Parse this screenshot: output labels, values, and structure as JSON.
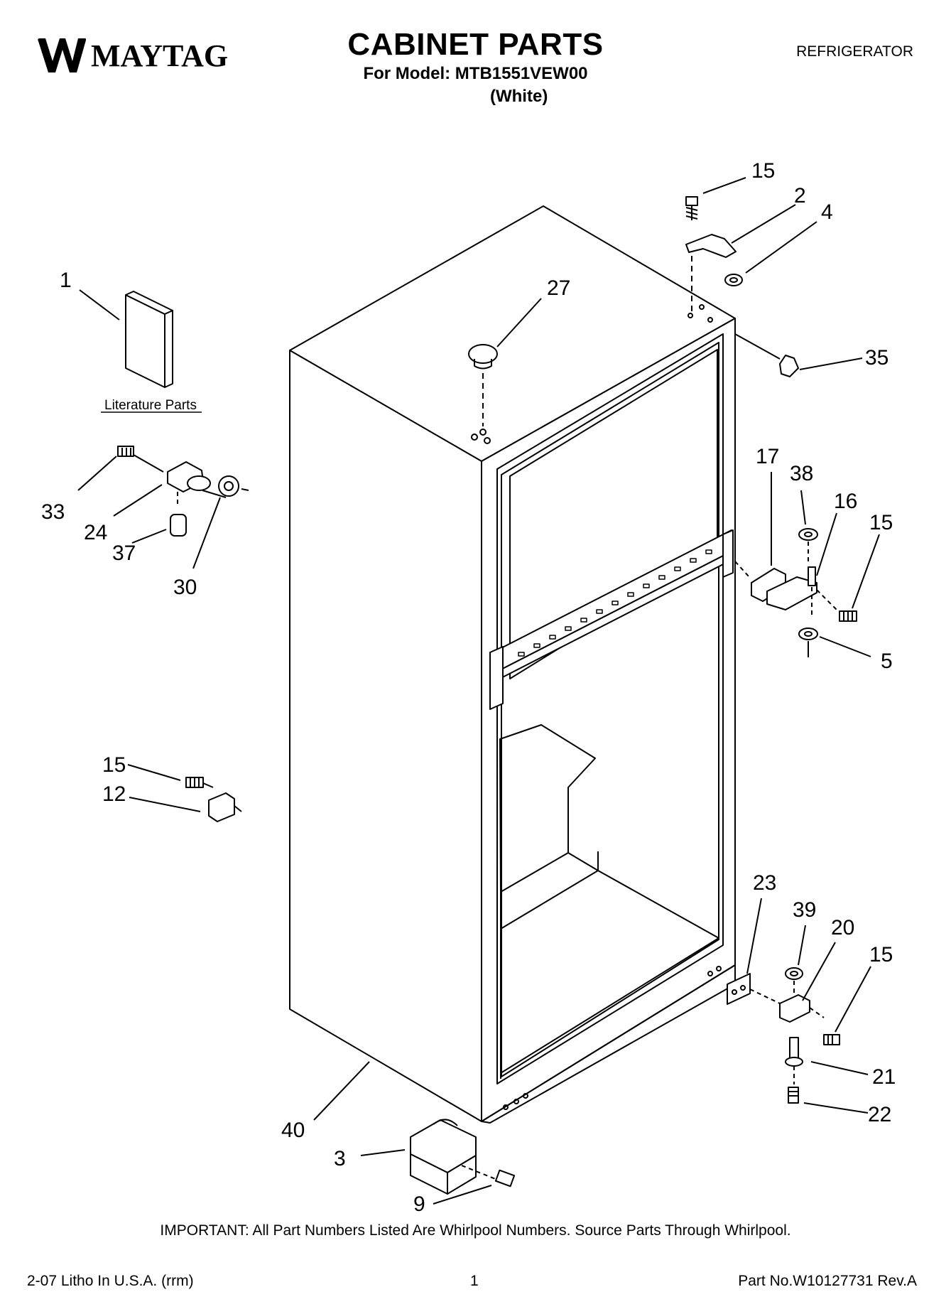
{
  "header": {
    "brand": "MAYTAG",
    "title": "CABINET PARTS",
    "model_line": "For Model: MTB1551VEW00",
    "color_line": "(White)",
    "category": "REFRIGERATOR"
  },
  "diagram": {
    "literature_caption": "Literature Parts",
    "callouts": [
      {
        "id": "c1",
        "label": "1"
      },
      {
        "id": "c2",
        "label": "2"
      },
      {
        "id": "c3",
        "label": "3"
      },
      {
        "id": "c4",
        "label": "4"
      },
      {
        "id": "c5",
        "label": "5"
      },
      {
        "id": "c9",
        "label": "9"
      },
      {
        "id": "c12",
        "label": "12"
      },
      {
        "id": "c15a",
        "label": "15"
      },
      {
        "id": "c15b",
        "label": "15"
      },
      {
        "id": "c15c",
        "label": "15"
      },
      {
        "id": "c15d",
        "label": "15"
      },
      {
        "id": "c16",
        "label": "16"
      },
      {
        "id": "c17",
        "label": "17"
      },
      {
        "id": "c20",
        "label": "20"
      },
      {
        "id": "c21",
        "label": "21"
      },
      {
        "id": "c22",
        "label": "22"
      },
      {
        "id": "c23",
        "label": "23"
      },
      {
        "id": "c24",
        "label": "24"
      },
      {
        "id": "c27",
        "label": "27"
      },
      {
        "id": "c30",
        "label": "30"
      },
      {
        "id": "c33",
        "label": "33"
      },
      {
        "id": "c35",
        "label": "35"
      },
      {
        "id": "c37",
        "label": "37"
      },
      {
        "id": "c38",
        "label": "38"
      },
      {
        "id": "c39",
        "label": "39"
      },
      {
        "id": "c40",
        "label": "40"
      }
    ]
  },
  "footer": {
    "important": "IMPORTANT: All Part Numbers Listed Are Whirlpool Numbers. Source Parts Through Whirlpool.",
    "litho": "2-07 Litho In U.S.A. (rrm)",
    "page": "1",
    "part_no": "Part No.W10127731 Rev.A"
  }
}
